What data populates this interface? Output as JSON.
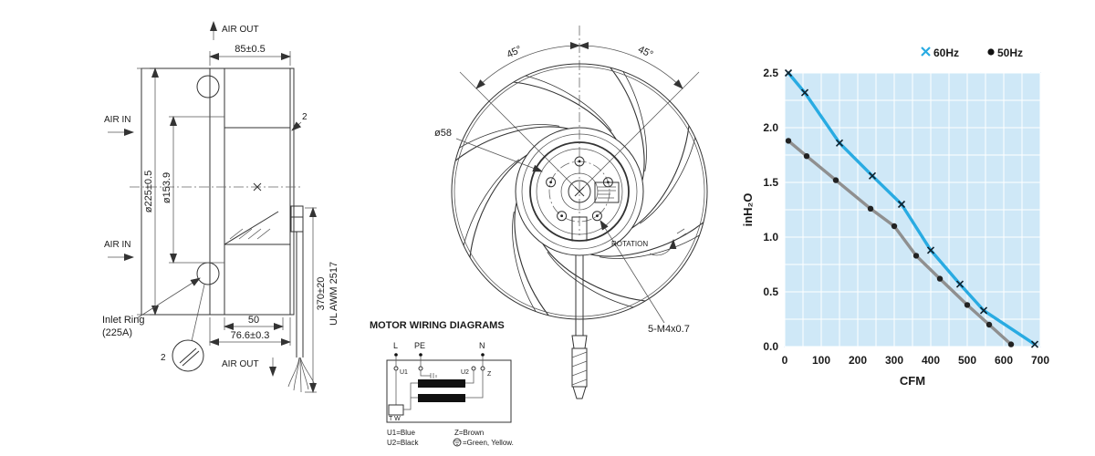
{
  "left_view": {
    "air_out_top": "AIR OUT",
    "air_out_bottom": "AIR OUT",
    "air_in_top": "AIR IN",
    "air_in_bottom": "AIR IN",
    "dim_width": "85±0.5",
    "dia_outer": "ø225±0.5",
    "dia_inner": "ø153.9",
    "dim_50": "50",
    "dim_766": "76.6±0.3",
    "dim_370": "370±20",
    "ul_marking": "UL AWM 2517",
    "dim_2_top": "2",
    "dim_2_detail": "2",
    "inlet_ring_line1": "Inlet Ring",
    "inlet_ring_line2": "(225A)"
  },
  "front_view": {
    "angle_left": "45°",
    "angle_right": "45°",
    "dia_hub": "ø58",
    "screws": "5-M4x0.7",
    "rotation": "ROTATION"
  },
  "wiring": {
    "title": "MOTOR WIRING DIAGRAMS",
    "terminal_l": "L",
    "terminal_pe": "PE",
    "terminal_n": "N",
    "u1": "U1",
    "u2": "U2",
    "z": "Z",
    "tw": "T W",
    "legend_u1": "U1=Blue",
    "legend_u2": "U2=Black",
    "legend_z": "Z=Brown",
    "legend_ground": "=Green, Yellow."
  },
  "chart_data": {
    "type": "line",
    "xlabel": "CFM",
    "ylabel": "inH₂O",
    "xlim": [
      0,
      700
    ],
    "ylim": [
      0,
      2.5
    ],
    "x_ticks": [
      0,
      100,
      200,
      300,
      400,
      500,
      600,
      700
    ],
    "y_ticks": [
      "0.0",
      "0.5",
      "1.0",
      "1.5",
      "2.0",
      "2.5"
    ],
    "grid": "on",
    "legend_position": "top-right",
    "plot_bg": "#cfe8f7",
    "legend": [
      {
        "name": "60Hz",
        "color": "#29abe2",
        "marker": "x"
      },
      {
        "name": "50Hz",
        "color": "#8f8f8f",
        "marker": "dot"
      }
    ],
    "series": [
      {
        "name": "60Hz",
        "points": [
          [
            10,
            2.5
          ],
          [
            55,
            2.32
          ],
          [
            150,
            1.86
          ],
          [
            240,
            1.56
          ],
          [
            320,
            1.3
          ],
          [
            400,
            0.88
          ],
          [
            480,
            0.57
          ],
          [
            545,
            0.33
          ],
          [
            685,
            0.02
          ]
        ]
      },
      {
        "name": "50Hz",
        "points": [
          [
            10,
            1.88
          ],
          [
            60,
            1.74
          ],
          [
            140,
            1.52
          ],
          [
            235,
            1.26
          ],
          [
            300,
            1.1
          ],
          [
            360,
            0.83
          ],
          [
            425,
            0.62
          ],
          [
            500,
            0.38
          ],
          [
            560,
            0.2
          ],
          [
            620,
            0.02
          ]
        ]
      }
    ]
  }
}
